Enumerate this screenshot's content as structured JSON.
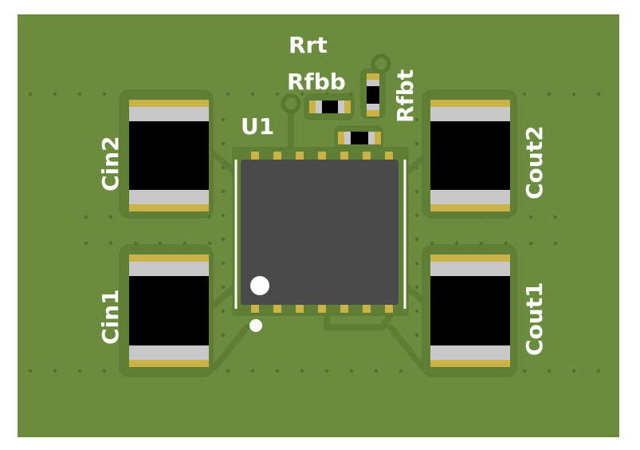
{
  "labels": {
    "rrt": "Rrt",
    "rfbb": "Rfbb",
    "rfbt": "Rfbt",
    "u1": "U1",
    "cin2": "Cin2",
    "cin1": "Cin1",
    "cout2": "Cout2",
    "cout1": "Cout1"
  },
  "colors": {
    "board": "#6b8c3e",
    "pad_outline": "#58772f",
    "copper_pad": "#c9b347",
    "component_body": "#000000",
    "component_end": "#c8c8c8",
    "ic_body": "#4a4a4a",
    "silkscreen": "#ffffff",
    "via": "#3e5a2a"
  }
}
